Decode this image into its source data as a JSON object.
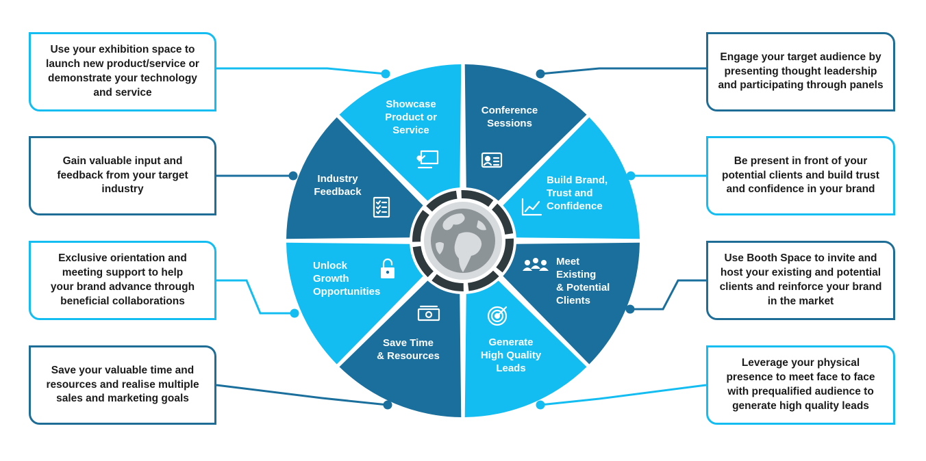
{
  "colors": {
    "light": "#13bdf2",
    "dark": "#1a6f9c",
    "hub_ring": "#2f3a3f",
    "globe_bg": "#d7dbdd",
    "globe": "#8d9498"
  },
  "segments": [
    {
      "label": "Showcase\nProduct or\nService",
      "icon": "presentation-board-icon",
      "shade": "dark"
    },
    {
      "label": "Conference\nSessions",
      "icon": "id-badge-icon",
      "shade": "light"
    },
    {
      "label": "Build Brand,\nTrust and\nConfidence",
      "icon": "growth-chart-icon",
      "shade": "dark"
    },
    {
      "label": "Meet\nExisting\n& Potential\nClients",
      "icon": "people-group-icon",
      "shade": "light"
    },
    {
      "label": "Generate\nHigh Quality\nLeads",
      "icon": "target-icon",
      "shade": "dark"
    },
    {
      "label": "Save Time\n& Resources",
      "icon": "cash-icon",
      "shade": "light"
    },
    {
      "label": "Unlock\nGrowth\nOpportunities",
      "icon": "unlock-icon",
      "shade": "dark"
    },
    {
      "label": "Industry\nFeedback",
      "icon": "checklist-icon",
      "shade": "light"
    }
  ],
  "callouts": [
    {
      "text": "Use your exhibition space to\nlaunch new product/service or\ndemonstrate your technology\nand service",
      "shade": "light"
    },
    {
      "text": "Gain valuable input and\nfeedback from your target\nindustry",
      "shade": "dark"
    },
    {
      "text": "Exclusive orientation and\nmeeting support to help\nyour brand advance through\nbeneficial collaborations",
      "shade": "light"
    },
    {
      "text": "Save your valuable time and\nresources and realise multiple\nsales and marketing goals",
      "shade": "dark"
    },
    {
      "text": "Engage your target audience by\npresenting thought leadership\nand participating through panels",
      "shade": "dark"
    },
    {
      "text": "Be present in front of your\npotential clients and build trust\nand confidence in your brand",
      "shade": "light"
    },
    {
      "text": "Use Booth Space to invite and\nhost your existing and potential\nclients and reinforce your brand\nin the market",
      "shade": "dark"
    },
    {
      "text": "Leverage your physical\npresence to meet face to face\nwith prequalified audience to\ngenerate high quality leads",
      "shade": "light"
    }
  ]
}
